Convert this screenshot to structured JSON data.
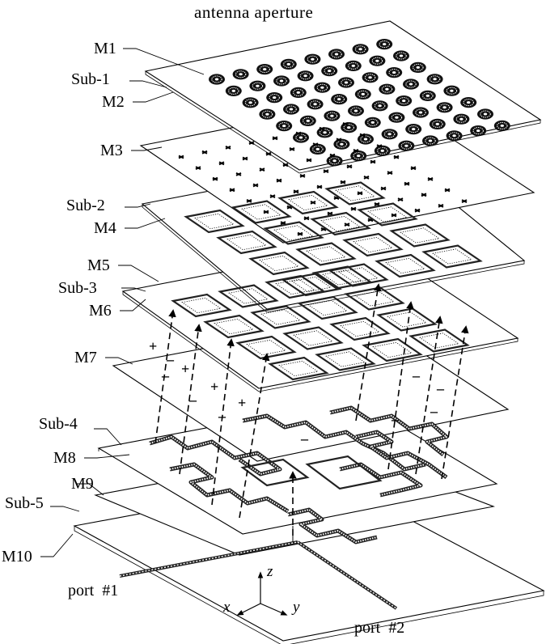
{
  "figure": {
    "title": "antenna aperture",
    "layers": {
      "m1": "M1",
      "sub1": "Sub-1",
      "m2": "M2",
      "m3": "M3",
      "sub2": "Sub-2",
      "m4": "M4",
      "m5": "M5",
      "sub3": "Sub-3",
      "m6": "M6",
      "m7": "M7",
      "sub4": "Sub-4",
      "m8": "M8",
      "m9": "M9",
      "sub5": "Sub-5",
      "m10": "M10"
    },
    "ports": {
      "port1": "port  #1",
      "port2": "port  #2"
    },
    "axes": {
      "x": "x",
      "y": "y",
      "z": "z"
    },
    "polarity_signs": {
      "plus": "+",
      "minus": "–"
    },
    "aperture_array": {
      "rows": 8,
      "columns": 8
    },
    "colors": {
      "line": "#000000",
      "background": "#ffffff"
    }
  }
}
